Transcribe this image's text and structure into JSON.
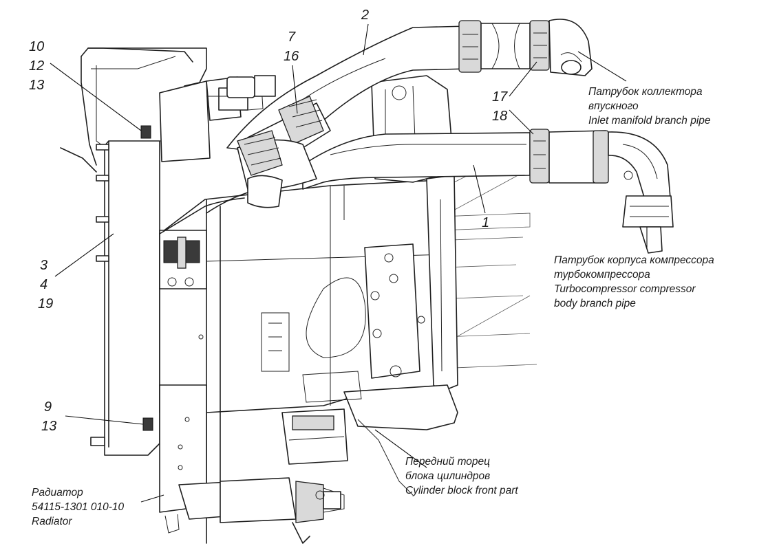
{
  "callouts": {
    "c10": "10",
    "c12": "12",
    "c13a": "13",
    "c7": "7",
    "c16": "16",
    "c2": "2",
    "c17": "17",
    "c18": "18",
    "c1": "1",
    "c3": "3",
    "c4": "4",
    "c19": "19",
    "c9": "9",
    "c13b": "13"
  },
  "captions": {
    "manifold": [
      "Патрубок коллектора",
      "впускного",
      "Inlet manifold branch pipe"
    ],
    "compressor": [
      "Патрубок корпуса компрессора",
      "турбокомпрессора",
      "Turbocompressor compressor",
      "body branch pipe"
    ],
    "block": [
      "Передний торец",
      "блока цилиндров",
      "Cylinder block front part"
    ],
    "radiator": [
      "Радиатор",
      "54115-1301 010-10",
      "Radiator"
    ]
  }
}
